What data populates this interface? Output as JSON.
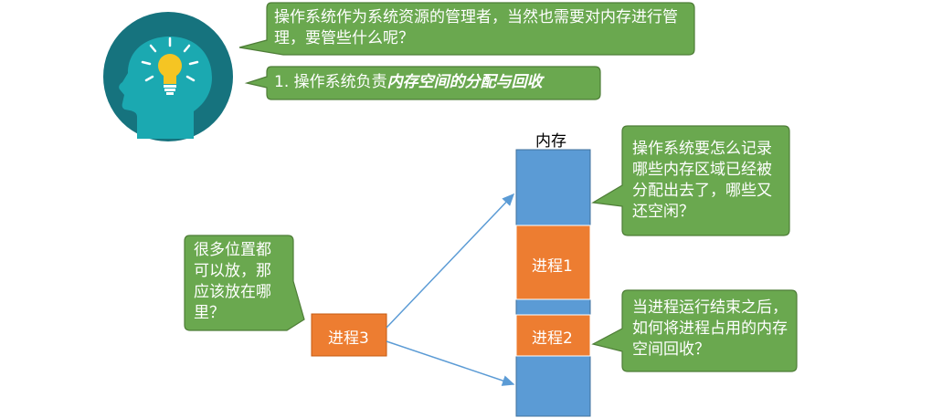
{
  "bubbles": {
    "question": "操作系统作为系统资源的管理者，当然也需要对内存进行管理，要管些什么呢？",
    "point1": {
      "prefix": "1. 操作系统负责",
      "emphasis": "内存空间的分配与回收"
    },
    "record": "操作系统要怎么记录哪些内存区域已经被分配出去了，哪些又还空闲？",
    "where": "很多位置都可以放，那应该放在哪里？",
    "reclaim": "当进程运行结束之后，如何将进程占用的内存空间回收？"
  },
  "memory": {
    "title": "内存",
    "process1": "进程1",
    "process2": "进程2"
  },
  "process3": "进程3",
  "colors": {
    "bubble_green": "#6aa84f",
    "bubble_border": "#4e7d37",
    "memory_blue": "#5b9bd5",
    "process_orange": "#ed7d31",
    "head_teal": "#1ba9b1",
    "circle_dark": "#16737e",
    "bulb_yellow": "#f5c523",
    "arrow_blue": "#5b9bd5"
  },
  "icons": [
    "lightbulb-head-icon"
  ]
}
